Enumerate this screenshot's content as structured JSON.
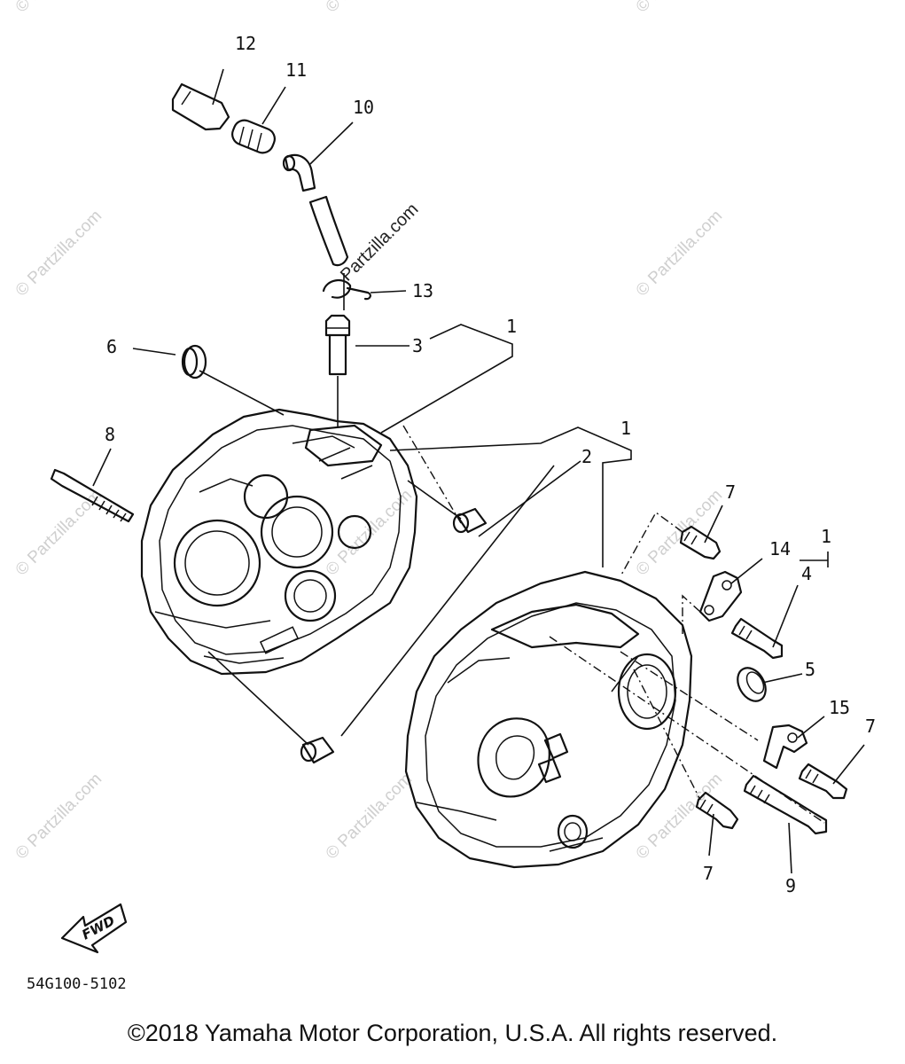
{
  "diagram": {
    "callouts": {
      "c12": "12",
      "c11": "11",
      "c10": "10",
      "c13": "13",
      "c3": "3",
      "c1a": "1",
      "c6": "6",
      "c8": "8",
      "c1b": "1",
      "c2": "2",
      "c7a": "7",
      "c14": "14",
      "c1c": "1",
      "c4": "4",
      "c5": "5",
      "c15": "15",
      "c7b": "7",
      "c7c": "7",
      "c9": "9"
    },
    "watermark": "© Partzilla.com",
    "watermark_center": "Partzilla.com",
    "fwd_label": "FWD",
    "catalog_number": "54G100-5102"
  },
  "footer": {
    "copyright": "©2018 Yamaha Motor Corporation, U.S.A. All rights reserved."
  }
}
